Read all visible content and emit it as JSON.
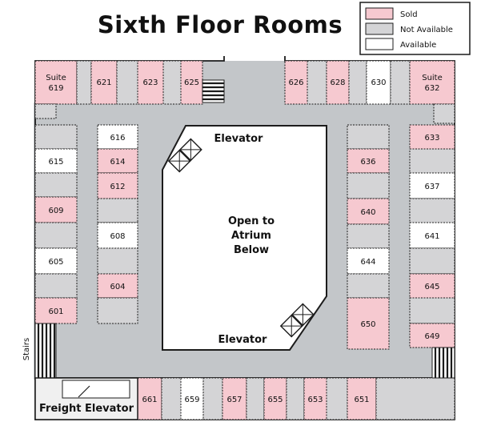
{
  "title": "Sixth Floor Rooms",
  "legend": [
    {
      "label": "Sold",
      "status": "sold"
    },
    {
      "label": "Not Available",
      "status": "na"
    },
    {
      "label": "Available",
      "status": "avail"
    }
  ],
  "colors": {
    "sold": "#f6c9d0",
    "na": "#d4d4d6",
    "avail": "#ffffff",
    "corridor": "#c3c6c9",
    "stroke": "#1c1c1c"
  },
  "labels": {
    "elevator_top": "Elevator",
    "elevator_bottom": "Elevator",
    "atrium_1": "Open to",
    "atrium_2": "Atrium",
    "atrium_3": "Below",
    "stairs": "Stairs",
    "freight": "Freight Elevator"
  },
  "rooms": [
    {
      "id": "suite-619",
      "line1": "Suite",
      "line2": "619",
      "status": "sold"
    },
    {
      "id": "621",
      "line1": "621",
      "status": "sold"
    },
    {
      "id": "623",
      "line1": "623",
      "status": "sold"
    },
    {
      "id": "625",
      "line1": "625",
      "status": "sold"
    },
    {
      "id": "626",
      "line1": "626",
      "status": "sold"
    },
    {
      "id": "628",
      "line1": "628",
      "status": "sold"
    },
    {
      "id": "630",
      "line1": "630",
      "status": "avail"
    },
    {
      "id": "suite-632",
      "line1": "Suite",
      "line2": "632",
      "status": "sold"
    },
    {
      "id": "616",
      "line1": "616",
      "status": "avail"
    },
    {
      "id": "614",
      "line1": "614",
      "status": "sold"
    },
    {
      "id": "612",
      "line1": "612",
      "status": "sold"
    },
    {
      "id": "608",
      "line1": "608",
      "status": "avail"
    },
    {
      "id": "604",
      "line1": "604",
      "status": "sold"
    },
    {
      "id": "615",
      "line1": "615",
      "status": "avail"
    },
    {
      "id": "609",
      "line1": "609",
      "status": "sold"
    },
    {
      "id": "605",
      "line1": "605",
      "status": "avail"
    },
    {
      "id": "601",
      "line1": "601",
      "status": "sold"
    },
    {
      "id": "636",
      "line1": "636",
      "status": "sold"
    },
    {
      "id": "640",
      "line1": "640",
      "status": "sold"
    },
    {
      "id": "644",
      "line1": "644",
      "status": "avail"
    },
    {
      "id": "650",
      "line1": "650",
      "status": "sold"
    },
    {
      "id": "633",
      "line1": "633",
      "status": "sold"
    },
    {
      "id": "637",
      "line1": "637",
      "status": "avail"
    },
    {
      "id": "641",
      "line1": "641",
      "status": "avail"
    },
    {
      "id": "645",
      "line1": "645",
      "status": "sold"
    },
    {
      "id": "649",
      "line1": "649",
      "status": "sold"
    },
    {
      "id": "661",
      "line1": "661",
      "status": "sold"
    },
    {
      "id": "659",
      "line1": "659",
      "status": "avail"
    },
    {
      "id": "657",
      "line1": "657",
      "status": "sold"
    },
    {
      "id": "655",
      "line1": "655",
      "status": "sold"
    },
    {
      "id": "653",
      "line1": "653",
      "status": "sold"
    },
    {
      "id": "651",
      "line1": "651",
      "status": "sold"
    }
  ]
}
